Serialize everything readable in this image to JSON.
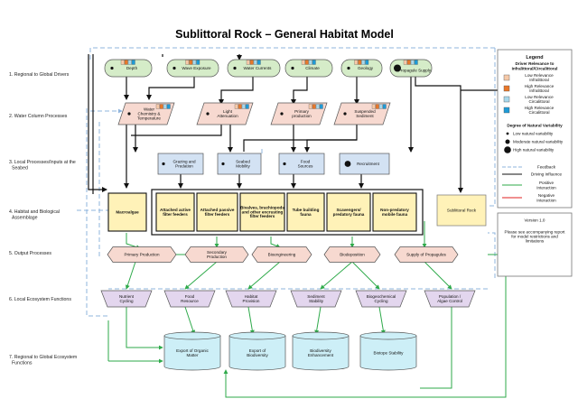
{
  "title": "Sublittoral Rock – General Habitat Model",
  "levels": [
    "1. Regional to Global Drivers",
    "2. Water Column Processes",
    "3. Local Processes/Inputs at the Seabed",
    "4. Habitat and Biological Assemblage",
    "5. Output Processes",
    "6. Local Ecosystem Functions",
    "7. Regional to Global Ecosystem Functions"
  ],
  "drivers": [
    "Depth",
    "Wave Exposure",
    "Water Currents",
    "Climate",
    "Geology",
    "Propagule Supply"
  ],
  "water_column": [
    [
      "Water",
      "Chemistry &",
      "Temperature"
    ],
    [
      "Light",
      "Attenuation"
    ],
    [
      "Primary",
      "production"
    ],
    [
      "Suspended",
      "Sediment"
    ]
  ],
  "local_processes": [
    [
      "Grazing and",
      "Predation"
    ],
    [
      "Seabed",
      "Mobility"
    ],
    [
      "Food",
      "Sources"
    ],
    [
      "Recruitment"
    ]
  ],
  "assemblage": [
    [
      "Macroalgae"
    ],
    [
      "Attached active",
      "filter feeders"
    ],
    [
      "Attached passive",
      "filter feeders"
    ],
    [
      "Bivalves, brachiopods",
      "and other encrusting",
      "filter feeders"
    ],
    [
      "Tube building",
      "fauna"
    ],
    [
      "Scavengers/",
      "predatory fauna"
    ],
    [
      "Non-predatory",
      "mobile fauna"
    ]
  ],
  "habitat": "Sublittoral Rock",
  "outputs": [
    [
      "Primary Production"
    ],
    [
      "Secondary",
      "Production"
    ],
    [
      "Bioengineering"
    ],
    [
      "Biodeposition"
    ],
    [
      "Supply of Propagules"
    ]
  ],
  "local_functions": [
    [
      "Nutrient",
      "Cycling"
    ],
    [
      "Food",
      "Resource"
    ],
    [
      "Habitat",
      "Provision"
    ],
    [
      "Sediment",
      "Stability"
    ],
    [
      "Biogeochemical",
      "Cycling"
    ],
    [
      "Population /",
      "Algae Control"
    ]
  ],
  "regional_functions": [
    [
      "Export of Organic",
      "Matter"
    ],
    [
      "Export of",
      "Biodiversity"
    ],
    [
      "Biodiversity",
      "Enhancement"
    ],
    [
      "Biotope Stability"
    ]
  ],
  "legend": {
    "title": "Legend",
    "relevance_title": [
      "Driver Relevance to",
      "Infralittoral/Circalittoral"
    ],
    "relevance_items": [
      [
        "Low Relevance",
        "Infralittoral"
      ],
      [
        "High Relevance",
        "Infralittoral"
      ],
      [
        "Low Relevance",
        "Circalittoral"
      ],
      [
        "High Relevance",
        "Circalittoral"
      ]
    ],
    "variability_title": "Degree of Natural Variability",
    "variability_items": [
      "Low natural variability",
      "Moderate natural variability",
      "High natural variability"
    ],
    "lines": [
      "Feedback",
      "Driving Influence",
      [
        "Positive",
        "Interaction"
      ],
      [
        "Negative",
        "Interaction"
      ]
    ],
    "colors": {
      "low_infra": "#f6c9a8",
      "high_infra": "#e8782a",
      "low_circa": "#a8d8ec",
      "high_circa": "#1e9bd7",
      "positive": "#2eaa4a",
      "negative": "#e02020",
      "feedback": "#8fb4dd",
      "driver_fill": "#d5ecc8",
      "process_fill": "#f7d9d0",
      "local_fill": "#d3e2f3",
      "assemblage_fill": "#fff2b8",
      "output_fill": "#f7d9d0",
      "function_fill": "#e3d6ee",
      "regional_fill": "#cdeff7"
    }
  },
  "version": "Version 1.0",
  "note": [
    "Please see accompanying report",
    "for model restrictions and",
    "limitations"
  ]
}
